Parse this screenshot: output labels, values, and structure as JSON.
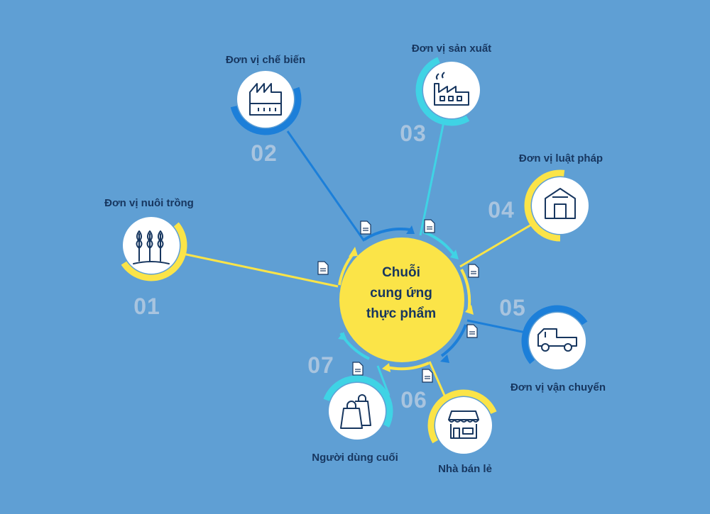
{
  "center": {
    "line1": "Chuỗi",
    "line2": "cung ứng",
    "line3": "thực phẩm"
  },
  "colors": {
    "background": "#5f9fd4",
    "yellow": "#fbe448",
    "blue": "#1c7fd9",
    "cyan": "#3fd3e5",
    "dark": "#17365f",
    "number": "#a8c4df"
  },
  "nodes": [
    {
      "num": "01",
      "label": "Đơn vị nuôi trồng",
      "icon": "wheat-icon",
      "accent": "yellow"
    },
    {
      "num": "02",
      "label": "Đơn vị chế biến",
      "icon": "factory-icon",
      "accent": "blue"
    },
    {
      "num": "03",
      "label": "Đơn vị sản xuất",
      "icon": "smoking-factory-icon",
      "accent": "cyan"
    },
    {
      "num": "04",
      "label": "Đơn vị luật pháp",
      "icon": "warehouse-icon",
      "accent": "yellow"
    },
    {
      "num": "05",
      "label": "Đơn vị vận chuyển",
      "icon": "truck-icon",
      "accent": "blue"
    },
    {
      "num": "06",
      "label": "Nhà bán lẻ",
      "icon": "store-icon",
      "accent": "yellow"
    },
    {
      "num": "07",
      "label": "Người dùng cuối",
      "icon": "shopping-bag-icon",
      "accent": "cyan"
    }
  ]
}
